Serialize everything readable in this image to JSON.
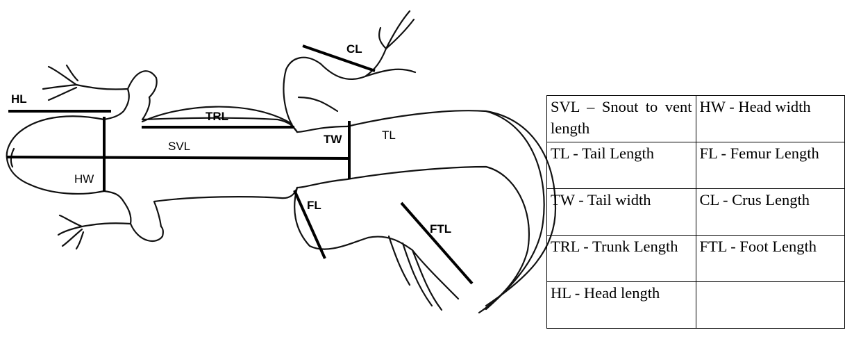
{
  "diagram": {
    "labels": {
      "hl": "HL",
      "trl": "TRL",
      "svl": "SVL",
      "hw": "HW",
      "tw": "TW",
      "tl": "TL",
      "cl": "CL",
      "fl": "FL",
      "ftl": "FTL"
    }
  },
  "legend": {
    "rows": [
      [
        "SVL – Snout to vent length",
        "HW - Head width"
      ],
      [
        "TL - Tail Length",
        "FL - Femur Length"
      ],
      [
        "TW - Tail width",
        "CL - Crus Length"
      ],
      [
        "TRL - Trunk Length",
        "FTL - Foot Length"
      ],
      [
        "HL - Head length",
        ""
      ]
    ]
  }
}
